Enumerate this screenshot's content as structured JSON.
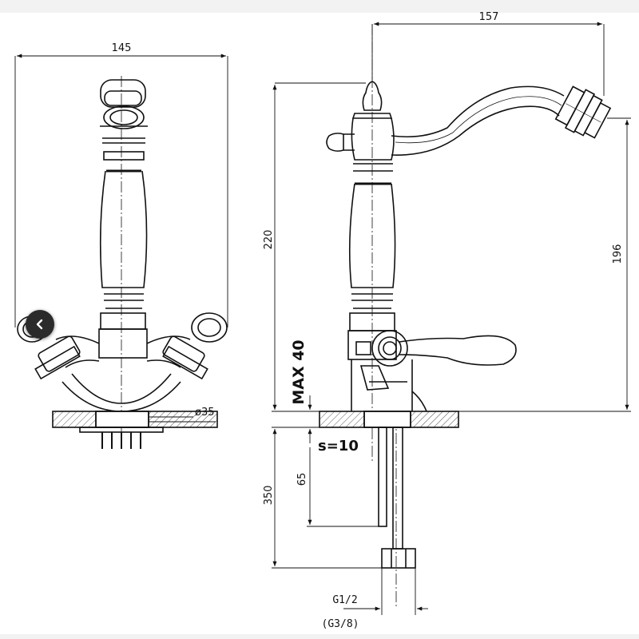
{
  "dimensions": {
    "width_front": "145",
    "width_side": "157",
    "height_total": "220",
    "height_spout": "196",
    "max_thickness": "MAX 40",
    "hole_diameter": "ø35",
    "shank_length": "350",
    "tube_length": "65",
    "plate_thickness": "s=10",
    "thread_main": "G1/2",
    "thread_alt": "(G3/8)"
  },
  "controls": {
    "prev_icon": "chevron-left-icon"
  },
  "colors": {
    "line": "#111111",
    "hatch": "#555555",
    "sheet": "#ffffff",
    "page": "#f2f2f2",
    "button": "#2b2b2b"
  }
}
